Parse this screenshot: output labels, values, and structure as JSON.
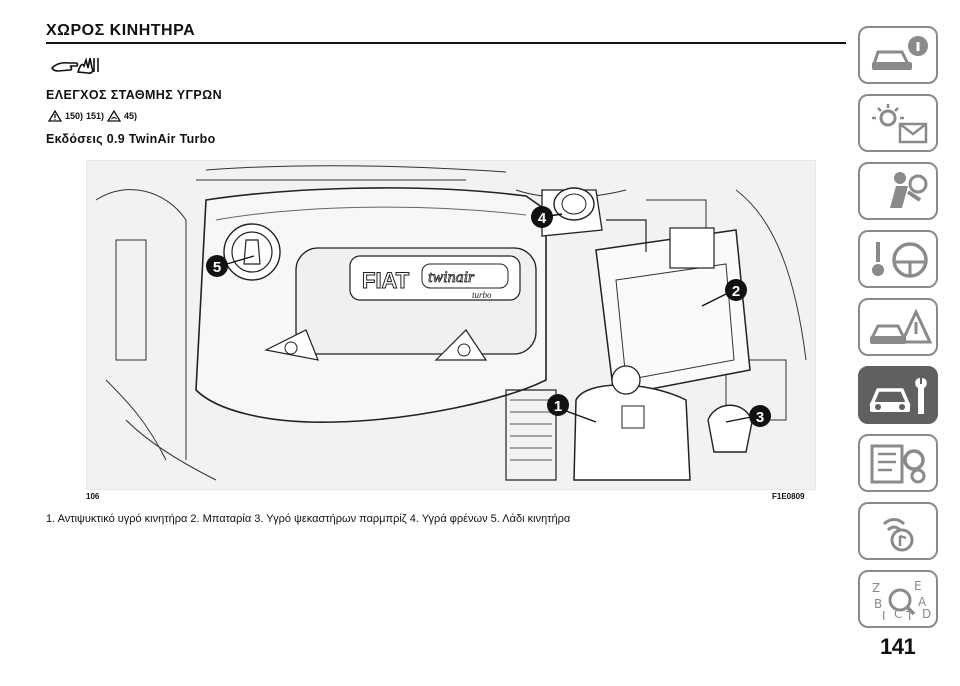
{
  "page": {
    "section_title": "ΧΩΡΟΣ ΚΙΝΗΤΗΡΑ",
    "sub_title": "ΕΛΕΓΧΟΣ ΣΤΑΘΜΗΣ ΥΓΡΩΝ",
    "warning_refs": {
      "ref_a": "150)",
      "ref_b": "151)",
      "ref_c": "45)"
    },
    "variant_title": "Εκδόσεις 0.9 TwinAir Turbo",
    "figure": {
      "page_ref": "106",
      "code": "F1E0809",
      "callouts": [
        "1",
        "2",
        "3",
        "4",
        "5"
      ],
      "logo_brand": "FIAT",
      "logo_model": "twinair",
      "logo_sub": "turbo"
    },
    "caption": "1. Αντιψυκτικό υγρό κινητήρα 2. Μπαταρία 3. Υγρό ψεκαστήρων παρμπρίζ 4. Υγρά φρένων 5. Λάδι κινητήρα",
    "page_number": "141"
  },
  "sidebar": {
    "tabs": [
      {
        "icon": "car-info-icon",
        "active": false
      },
      {
        "icon": "dashboard-lights-icon",
        "active": false
      },
      {
        "icon": "airbag-safety-icon",
        "active": false
      },
      {
        "icon": "starting-driving-icon",
        "active": false
      },
      {
        "icon": "emergency-icon",
        "active": false
      },
      {
        "icon": "maintenance-icon",
        "active": true
      },
      {
        "icon": "technical-data-icon",
        "active": false
      },
      {
        "icon": "multimedia-icon",
        "active": false
      },
      {
        "icon": "index-icon",
        "active": false
      }
    ]
  },
  "colors": {
    "active_tab": "#606060",
    "tab_border": "#8a8a8a",
    "ink": "#111111"
  }
}
